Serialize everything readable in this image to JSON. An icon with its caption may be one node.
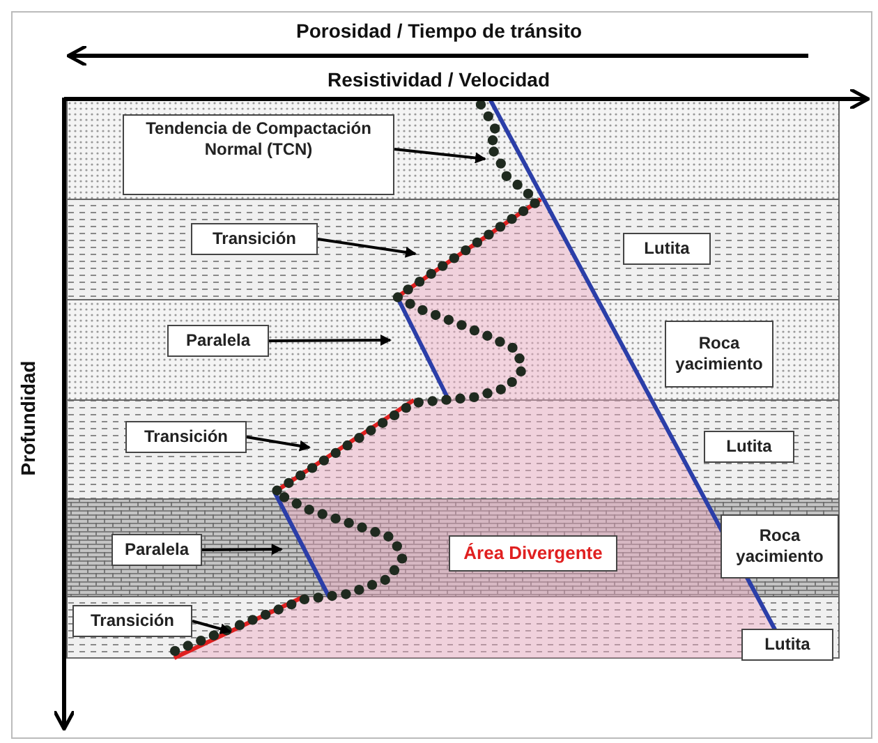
{
  "diagram": {
    "nodes": [
      {
        "text": [
          "Tendencia de Compactación Normal (TCN)"
        ]
      },
      {
        "text": [
          "Transición"
        ]
      },
      {
        "text": [
          "Lutita"
        ]
      },
      {
        "text": [
          "Paralela"
        ]
      },
      {
        "text": [
          "Roca yacimiento"
        ]
      },
      {
        "text": [
          "Transición"
        ]
      },
      {
        "text": [
          "Lutita"
        ]
      },
      {
        "text": [
          "Paralela"
        ]
      },
      {
        "text": [
          "Área Divergente"
        ]
      },
      {
        "text": [
          "Roca yacimiento"
        ]
      },
      {
        "text": [
          "Transición"
        ]
      },
      {
        "text": [
          "Lutita"
        ]
      }
    ],
    "edges": [
      {
        "from": 0,
        "to": null,
        "arrow": "to"
      },
      {
        "from": 1,
        "to": null,
        "arrow": "to"
      },
      {
        "from": 3,
        "to": null,
        "arrow": "to"
      },
      {
        "from": 5,
        "to": null,
        "arrow": "to"
      },
      {
        "from": 7,
        "to": null,
        "arrow": "to"
      },
      {
        "from": 10,
        "to": null,
        "arrow": "to"
      }
    ],
    "labels": [
      "Porosidad / Tiempo de tránsito",
      "Resistividad / Velocidad",
      "Profundidad"
    ]
  }
}
